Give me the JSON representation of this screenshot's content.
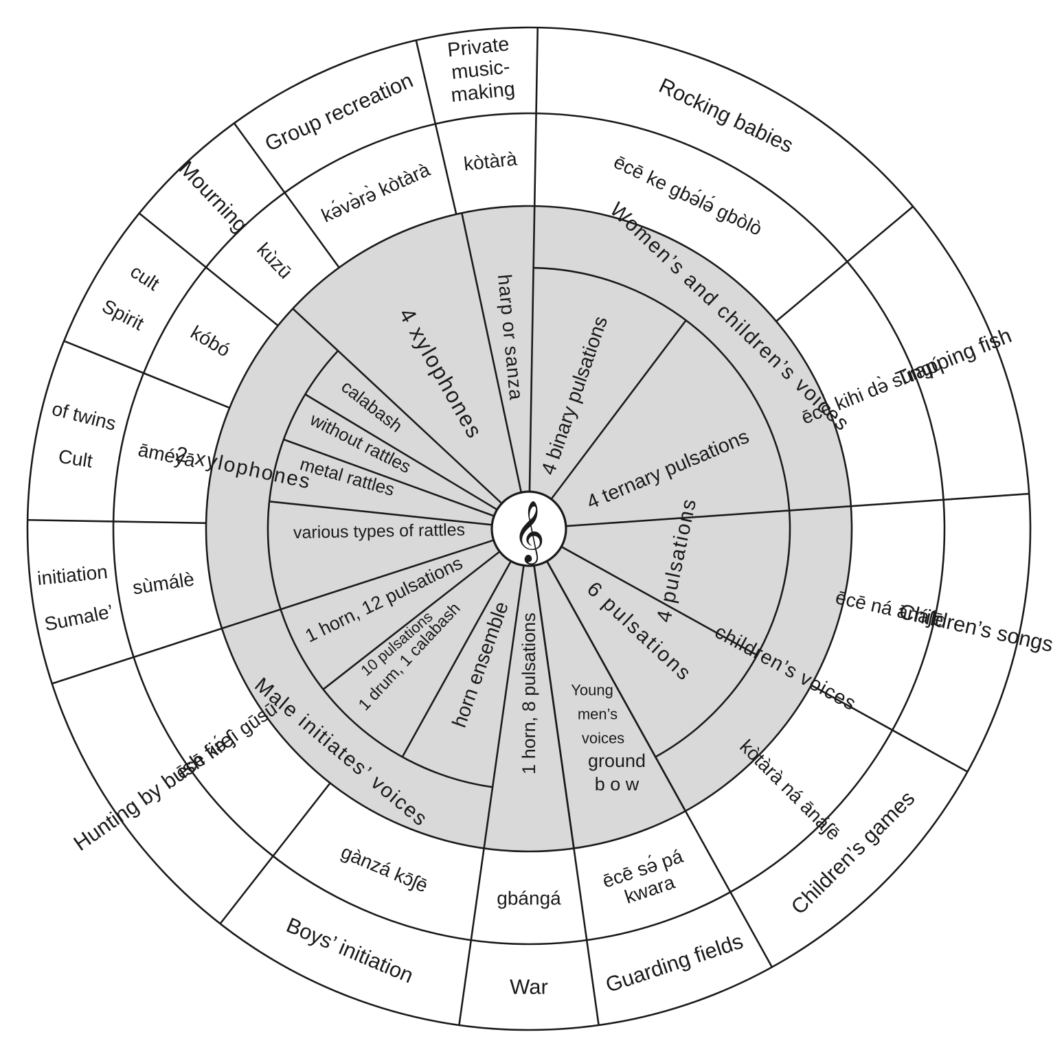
{
  "colors": {
    "inner_fill": "#d9d9d9",
    "line": "#1a1a1a",
    "background": "#ffffff"
  },
  "center_icon": "treble-clef-icon",
  "center_symbol": "𝄞",
  "outer_ring": [
    {
      "id": "rocking-babies",
      "label": "Rocking babies",
      "start": 1,
      "end": 50
    },
    {
      "id": "trapping-fish",
      "label": "Trapping fish",
      "start": 50,
      "end": 86
    },
    {
      "id": "childrens-songs",
      "label": "Children’s songs",
      "start": 86,
      "end": 119
    },
    {
      "id": "childrens-games",
      "label": "Children’s games",
      "start": 119,
      "end": 151
    },
    {
      "id": "guarding-fields",
      "label": "Guarding fields",
      "start": 151,
      "end": 172
    },
    {
      "id": "war",
      "label": "War",
      "start": 172,
      "end": 188
    },
    {
      "id": "boys-initiation",
      "label": "Boys’ initiation",
      "start": 188,
      "end": 218
    },
    {
      "id": "hunting-by-bush-fire",
      "label": "Hunting by bush fire",
      "start": 218,
      "end": 252
    },
    {
      "id": "sumale-initiation",
      "label": "Sumale’ initiation",
      "lines": [
        "Sumale’",
        "initiation"
      ],
      "start": 252,
      "end": 271
    },
    {
      "id": "cult-of-twins",
      "label": "Cult of twins",
      "lines": [
        "Cult",
        "of twins"
      ],
      "start": 271,
      "end": 292
    },
    {
      "id": "spirit-cult",
      "label": "Spirit cult",
      "lines": [
        "Spirit",
        "cult"
      ],
      "start": 292,
      "end": 309
    },
    {
      "id": "mourning",
      "label": "Mourning",
      "start": 309,
      "end": 324
    },
    {
      "id": "group-recreation",
      "label": "Group recreation",
      "start": 324,
      "end": 347
    },
    {
      "id": "private-music-making",
      "label": "Private music-making",
      "lines": [
        "Private",
        "music-",
        "making"
      ],
      "start": 347,
      "end": 361
    }
  ],
  "middle_ring": [
    {
      "id": "ece-ke-gbele-gbolo",
      "label": "ēcē ke gbə́lə́ gbòlò",
      "start": 1,
      "end": 50
    },
    {
      "id": "ece-kihi-de-sungu",
      "label": "ēcē kihi də̀ súngú",
      "start": 50,
      "end": 86
    },
    {
      "id": "ece-na-anaje",
      "label": "ēcē ná ānáʃē",
      "start": 86,
      "end": 119
    },
    {
      "id": "kotara-na-anaje",
      "label": "kòtàrà ná ānáʃē",
      "start": 119,
      "end": 151
    },
    {
      "id": "ece-se-pa-kwara",
      "label": "ēcē sə́ pá kwara",
      "lines": [
        "ēcē sə́ pá",
        "kwara"
      ],
      "start": 151,
      "end": 172
    },
    {
      "id": "gbanga",
      "label": "gbángá",
      "start": 172,
      "end": 188
    },
    {
      "id": "ganza-koje",
      "label": "gànzá kɔ̄ʃē",
      "start": 188,
      "end": 218
    },
    {
      "id": "ece-ke-fi-gusu",
      "label": "ēcē kə́ ʃì gūsū",
      "start": 218,
      "end": 252
    },
    {
      "id": "sumale",
      "label": "sùmálè",
      "start": 252,
      "end": 271
    },
    {
      "id": "ameya",
      "label": "āméyā",
      "start": 271,
      "end": 292
    },
    {
      "id": "kobo",
      "label": "kóbó",
      "start": 292,
      "end": 309
    },
    {
      "id": "kuzu",
      "label": "kùzū",
      "start": 309,
      "end": 324
    },
    {
      "id": "kevere-kotara",
      "label": "kə́və̀rə̀ kòtàrà",
      "start": 324,
      "end": 347
    },
    {
      "id": "kotara",
      "label": "kòtàrà",
      "start": 347,
      "end": 361
    }
  ],
  "inner_groups": [
    {
      "id": "womens-and-childrens-voices",
      "label": "Women’s and children’s voices",
      "start": 1,
      "end": 86
    },
    {
      "id": "childrens-voices",
      "label": "children’s voices",
      "start": 86,
      "end": 151
    },
    {
      "id": "male-initiates-voices",
      "label": "Male initiates’ voices",
      "start": 188,
      "end": 252
    }
  ],
  "inner_sectors": [
    {
      "id": "4-binary-pulsations",
      "label": "4 binary pulsations",
      "start": 1,
      "end": 37
    },
    {
      "id": "4-ternary-pulsations",
      "label": "4 ternary pulsations",
      "start": 37,
      "end": 86
    },
    {
      "id": "4-pulsations",
      "label": "4 pulsations",
      "start": 86,
      "end": 119
    },
    {
      "id": "6-pulsations",
      "label": "6 pulsations",
      "start": 119,
      "end": 151
    },
    {
      "id": "young-mens-voices-ground-bow",
      "label": "Young men’s voices ground bow",
      "lines": [
        "Young",
        "men’s",
        "voices"
      ],
      "lines2": [
        "ground",
        "b o w"
      ],
      "start": 151,
      "end": 172
    },
    {
      "id": "1-horn-8-pulsations",
      "label": "1 horn, 8 pulsations",
      "start": 172,
      "end": 188
    },
    {
      "id": "horn-ensemble",
      "label": "horn ensemble",
      "start": 188,
      "end": 209
    },
    {
      "id": "1-drum-1-calabash-10-pulsations",
      "label": "1 drum, 1 calabash",
      "label2": "10 pulsations",
      "start": 209,
      "end": 232
    },
    {
      "id": "1-horn-12-pulsations",
      "label": "1 horn, 12 pulsations",
      "start": 232,
      "end": 252
    },
    {
      "id": "various-types-of-rattles",
      "label": "various types of rattles",
      "start": 252,
      "end": 276
    },
    {
      "id": "metal-rattles",
      "label": "metal rattles",
      "start": 276,
      "end": 290
    },
    {
      "id": "without-rattles",
      "label": "without rattles",
      "start": 290,
      "end": 301
    },
    {
      "id": "calabash",
      "label": "calabash",
      "start": 301,
      "end": 313
    },
    {
      "id": "4-xylophones",
      "label": "4 xylophones",
      "start": 313,
      "end": 348
    },
    {
      "id": "harp-or-sanza",
      "label": "harp or sanza",
      "start": 348,
      "end": 361
    }
  ],
  "xylophone_group": {
    "id": "2-xylophones",
    "label": "2 xylophones",
    "start": 252,
    "end": 313
  }
}
